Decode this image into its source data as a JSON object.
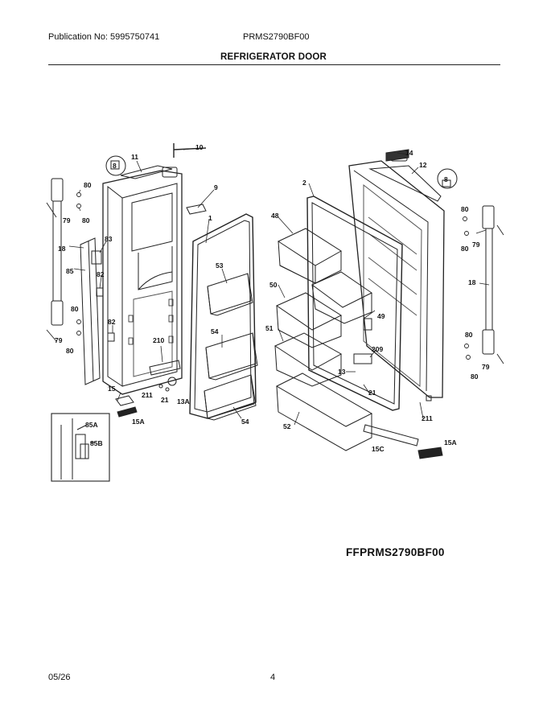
{
  "header": {
    "publication": "Publication No: 5995750741",
    "model": "PRMS2790BF00",
    "title": "REFRIGERATOR DOOR"
  },
  "diagram": {
    "callouts": [
      "10",
      "11",
      "8",
      "9",
      "1",
      "80",
      "79",
      "80",
      "18",
      "83",
      "85",
      "82",
      "80",
      "79",
      "80",
      "82",
      "53",
      "54",
      "210",
      "15",
      "211",
      "21",
      "13A",
      "15A",
      "54",
      "48",
      "50",
      "51",
      "49",
      "52",
      "209",
      "13",
      "21",
      "211",
      "15C",
      "15A",
      "14",
      "12",
      "2",
      "8",
      "80",
      "80",
      "79",
      "18",
      "80",
      "79",
      "80",
      "85A",
      "85B"
    ]
  },
  "model_code": "FFPRMS2790BF00",
  "footer": {
    "date": "05/26",
    "page": "4"
  }
}
